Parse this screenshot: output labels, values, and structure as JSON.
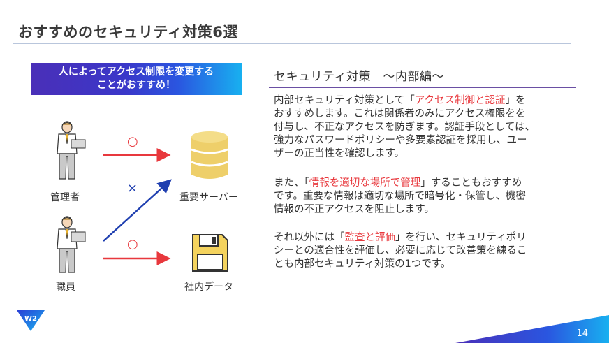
{
  "slide": {
    "title": "おすすめのセキュリティ対策6選",
    "page_number": "14"
  },
  "left": {
    "banner_line1": "人によってアクセス制限を変更する",
    "banner_line2": "ことがおすすめ！",
    "admin_label": "管理者",
    "staff_label": "職員",
    "server_label": "重要サーバー",
    "data_label": "社内データ",
    "ok_mark": "○",
    "ng_mark": "×"
  },
  "right": {
    "heading": "セキュリティ対策　～内部編～",
    "p1": {
      "l1_pre": "内部セキュリティ対策として「",
      "l1_hl": "アクセス制御と認証",
      "l1_post": "」を",
      "l2": "おすすめします。これは関係者のみにアクセス権限をを",
      "l3": "付与し、不正なアクセスを防ぎます。認証手段としては、",
      "l4": "強力なパスワードポリシーや多要素認証を採用し、ユー",
      "l5": "ザーの正当性を確認します。"
    },
    "p2": {
      "l1_pre": "また、「",
      "l1_hl": "情報を適切な場所で管理",
      "l1_post": "」することもおすすめ",
      "l2": "です。重要な情報は適切な場所で暗号化・保管し、機密",
      "l3": "情報の不正アクセスを阻止します。"
    },
    "p3": {
      "l1_pre": " それ以外には「",
      "l1_hl": "監査と評価",
      "l1_post": "」を行い、セキュリティポリ",
      "l2": "シーとの適合性を評価し、必要に応じて改善策を練るこ",
      "l3": "とも内部セキュリティ対策の1つです。"
    }
  },
  "logo": {
    "text": "W2"
  },
  "colors": {
    "accent_red": "#e8383d",
    "arrow_blue": "#1f3fb0",
    "banner_start": "#4a2fb8",
    "banner_end": "#18b0f0",
    "rule_purple": "#6a4fa3"
  }
}
